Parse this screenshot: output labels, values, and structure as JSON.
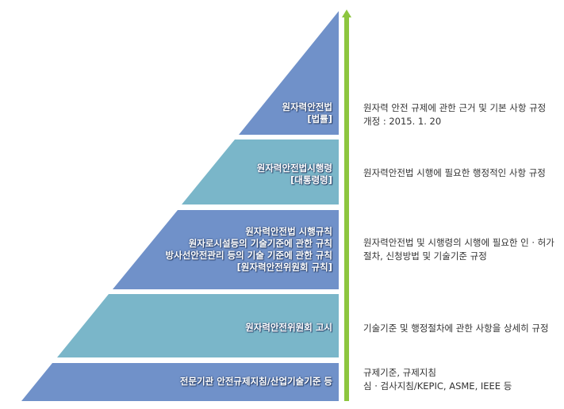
{
  "colors": {
    "blue": "#7091c9",
    "teal": "#7ab6c9",
    "arrow": "#8dc63f"
  },
  "levels": [
    {
      "lines": [
        "원자력안전법",
        "[법률]"
      ],
      "description": [
        "원자력 안전 규제에 관한 근거 및 기본 사항 규정",
        "개정 : 2015. 1. 20"
      ]
    },
    {
      "lines": [
        "원자력안전법시행령",
        "[대통령령]"
      ],
      "description": [
        "원자력안전법 시행에 필요한 행정적인 사항 규정"
      ]
    },
    {
      "lines": [
        "원자력안전법 시행규칙",
        "원자로시설등의 기술기준에 관한 규칙",
        "방사선안전관리 등의 기술 기준에 관한 규칙",
        "[원자력안전위원회 규칙]"
      ],
      "description": [
        "원자력안전법 및 시행령의 시행에 필요한 인 · 허가",
        "절차, 신청방법 및 기술기준 규정"
      ]
    },
    {
      "lines": [
        "원자력안전위원회 고시"
      ],
      "description": [
        "기술기준 및 행정절차에 관한 사항을 상세히 규정"
      ]
    },
    {
      "lines": [
        "전문기관  안전규제지침/산업기술기준 등"
      ],
      "description": [
        "규제기준, 규제지침",
        "심 · 검사지침/KEPIC, ASME, IEEE 등"
      ]
    }
  ]
}
